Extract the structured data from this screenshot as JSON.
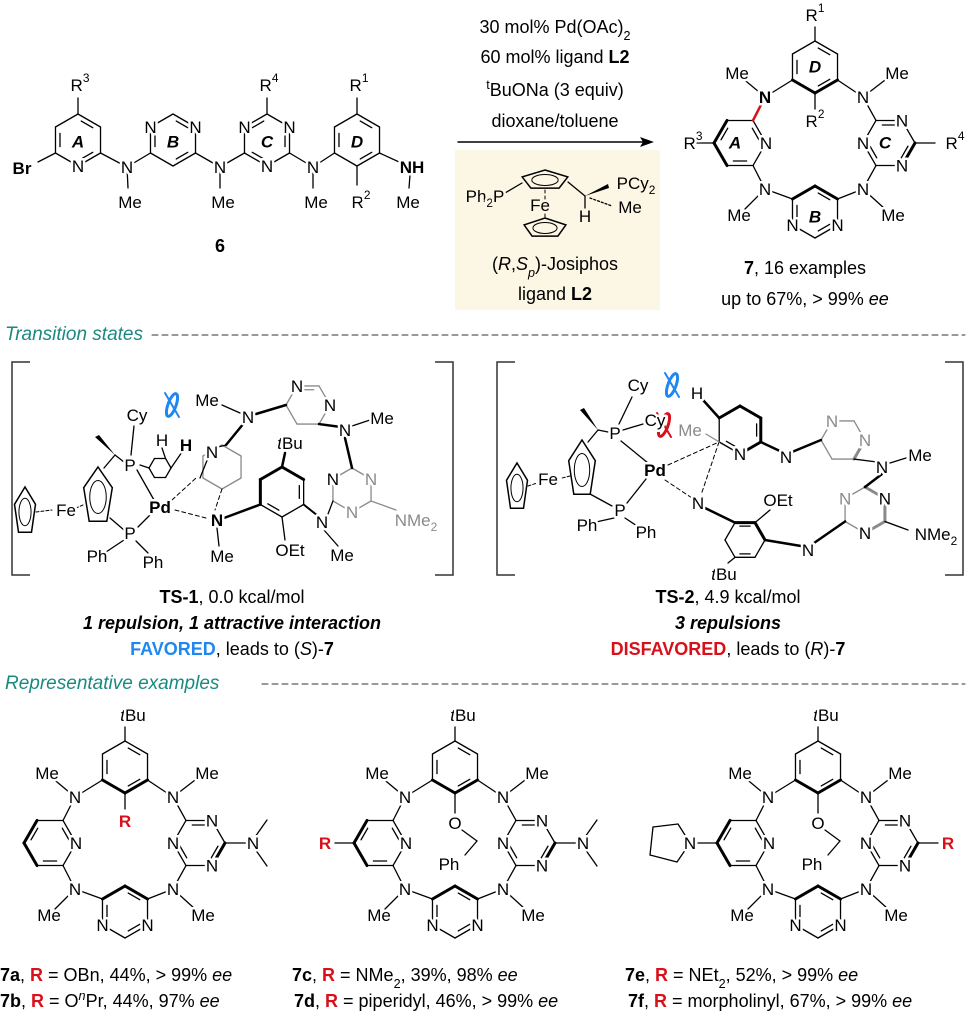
{
  "atoms": {
    "N": "N",
    "Me": "Me",
    "O": "O",
    "Ph": "Ph",
    "H": "H",
    "P": "P",
    "Pd": "Pd",
    "Fe": "Fe",
    "Cy": "Cy",
    "OEt": "OEt",
    "Br": "Br",
    "NH": "NH",
    "R": "R",
    "t": "t",
    "Bu": "Bu",
    "NMe": "NMe",
    "two": "2",
    "PCy": "PCy"
  },
  "rings": {
    "A": "A",
    "B": "B",
    "C": "C",
    "D": "D"
  },
  "r_labels": {
    "R": "R",
    "1": "1",
    "2": "2",
    "3": "3",
    "4": "4"
  },
  "compound6": {
    "label": "6"
  },
  "conditions": {
    "line1_main": "30 mol% Pd(OAc)",
    "line1_sub": "2",
    "line2_main": "60 mol% ligand ",
    "line2_bold": "L2",
    "line3_sup": "t",
    "line3_main": "BuONa (3 equiv)",
    "line4": "dioxane/toluene"
  },
  "ligand": {
    "p1": "(",
    "R": "R",
    "comma": ",",
    "S": "S",
    "p": "p",
    "p2": ")-Josiphos",
    "line2_main": "ligand ",
    "line2_bold": "L2"
  },
  "product7": {
    "label": "7",
    "label_rest": ", 16 examples",
    "line2_main": "up to 67%, > 99% ",
    "ee": "ee"
  },
  "sections": {
    "transition_states": "Transition states",
    "representative_examples": "Representative examples"
  },
  "ts": [
    {
      "name": "TS-1",
      "energy": ", 0.0 kcal/mol",
      "summary": "1 repulsion, 1 attractive interaction",
      "verdict": "FAVORED",
      "leads": ", leads to (",
      "config": "S",
      "close": ")-",
      "product": "7"
    },
    {
      "name": "TS-2",
      "energy": ", 4.9 kcal/mol",
      "summary": "3 repulsions",
      "verdict": "DISFAVORED",
      "leads": ", leads to (",
      "config": "R",
      "close": ")-",
      "product": "7"
    }
  ],
  "examples": [
    {
      "id": "7a",
      "sep": ", ",
      "r": "R",
      "a": " = OBn, 44%, > 99% ",
      "script": "",
      "script_type": "",
      "b": "",
      "ee": "ee"
    },
    {
      "id": "7b",
      "sep": ", ",
      "r": "R",
      "a": " = O",
      "script": "n",
      "script_type": "sup",
      "b": "Pr, 44%, 97% ",
      "ee": "ee"
    },
    {
      "id": "7c",
      "sep": ", ",
      "r": "R",
      "a": " = NMe",
      "script": "2",
      "script_type": "sub",
      "b": ", 39%, 98% ",
      "ee": "ee"
    },
    {
      "id": "7d",
      "sep": ", ",
      "r": "R",
      "a": " = piperidyl, 46%, > 99% ",
      "script": "",
      "script_type": "",
      "b": "",
      "ee": "ee"
    },
    {
      "id": "7e",
      "sep": ", ",
      "r": "R",
      "a": " = NEt",
      "script": "2",
      "script_type": "sub",
      "b": ", 52%, > 99% ",
      "ee": "ee"
    },
    {
      "id": "7f",
      "sep": ", ",
      "r": "R",
      "a": " = morpholinyl, 67%, > 99% ",
      "script": "",
      "script_type": "",
      "b": "",
      "ee": "ee"
    }
  ],
  "colors": {
    "red": "#d8101a",
    "blue": "#1e88f0",
    "teal": "#1a8a80",
    "bromine": "#1010e0",
    "box": "#fbf7e4",
    "grey": "#8a8a8a"
  }
}
